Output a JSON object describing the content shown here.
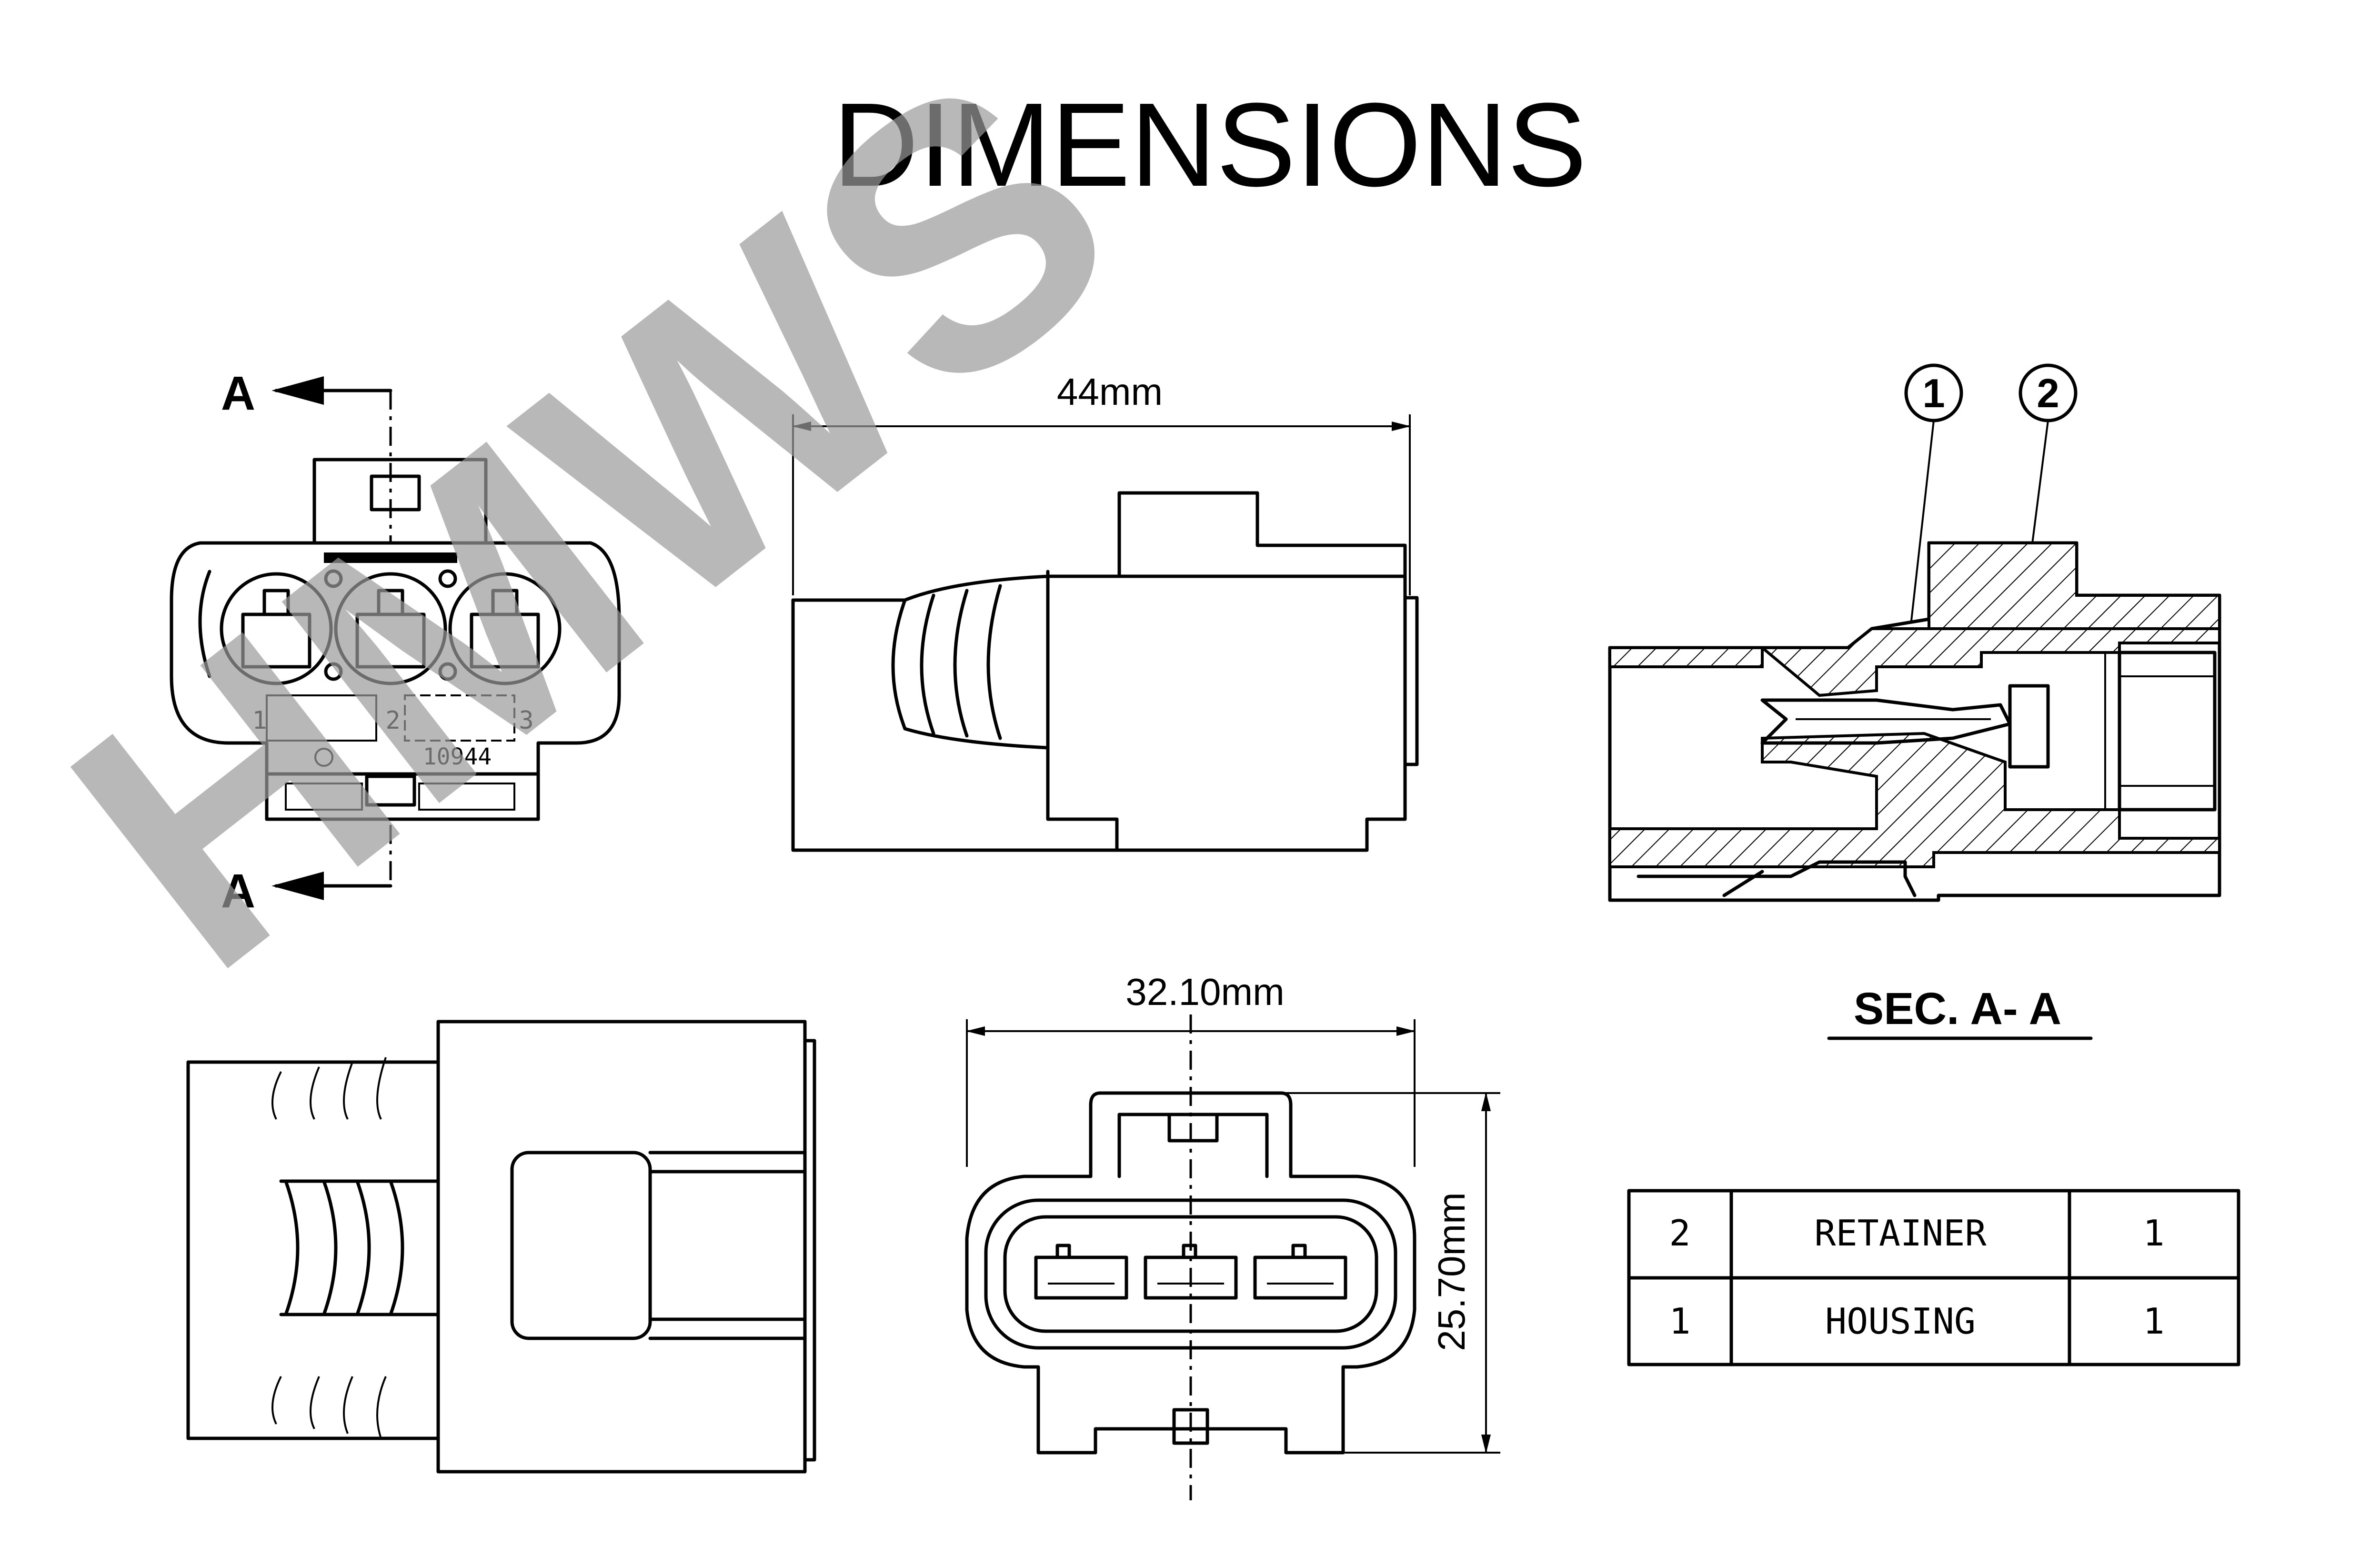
{
  "title": "DIMENSIONS",
  "watermark": "HMWS",
  "section_marker": "A",
  "section_label": "SEC. A- A",
  "pin_numbers": [
    "1",
    "2",
    "3"
  ],
  "part_code": "10944",
  "callouts": [
    "1",
    "2"
  ],
  "dimensions": {
    "side_length": "44mm",
    "rear_width": "32.10mm",
    "rear_height": "25.70mm"
  },
  "parts_table": {
    "rows": [
      {
        "no": "2",
        "name": "RETAINER",
        "qty": "1"
      },
      {
        "no": "1",
        "name": "HOUSING",
        "qty": "1"
      }
    ]
  }
}
